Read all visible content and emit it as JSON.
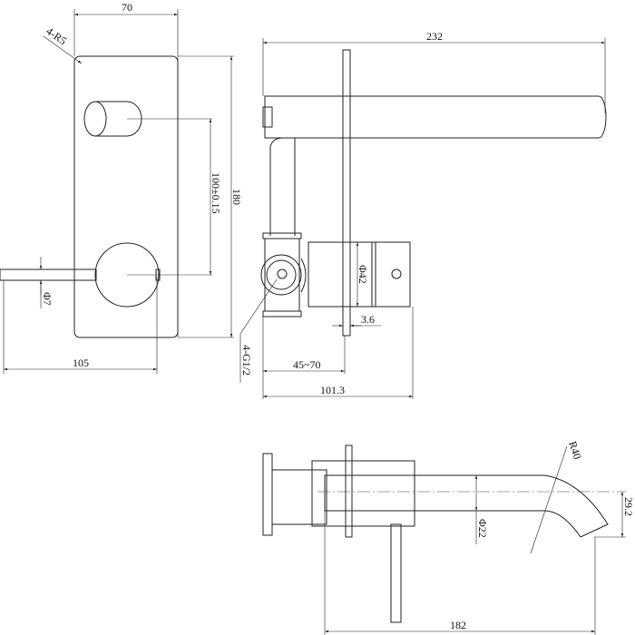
{
  "title": "Wall-mounted basin mixer dimensional drawing",
  "front_view": {
    "width": "70",
    "corner_radius": "4-R5",
    "height": "180",
    "handle_spacing": "100±0.15",
    "lever_diameter": "Φ7",
    "lever_reach": "105"
  },
  "side_view": {
    "spout_length": "232",
    "cartridge_diameter": "Φ42",
    "plate_thickness": "3.6",
    "wall_depth": "45~70",
    "body_depth": "101.3",
    "inlets": "4-G1/2"
  },
  "bottom_view": {
    "spout_radius": "R40",
    "spout_diameter": "Φ22",
    "spout_drop": "29.2",
    "projection": "182"
  }
}
